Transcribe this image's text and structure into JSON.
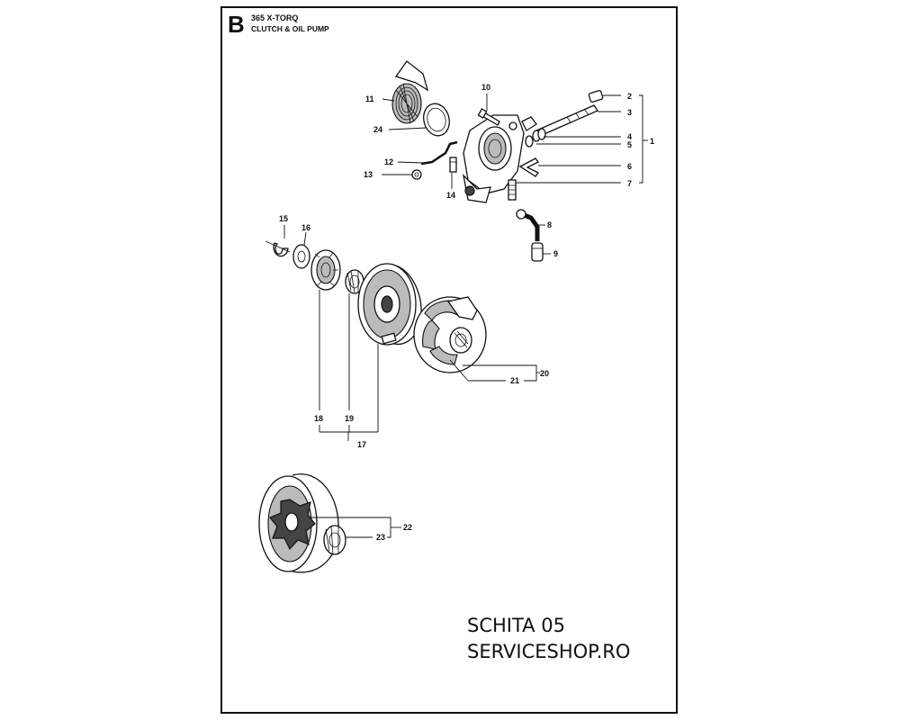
{
  "header": {
    "section_letter": "B",
    "model": "365 X-TORQ",
    "subtitle": "CLUTCH & OIL PUMP"
  },
  "callouts": {
    "c1": "1",
    "c2": "2",
    "c3": "3",
    "c4": "4",
    "c5": "5",
    "c6": "6",
    "c7": "7",
    "c8": "8",
    "c9": "9",
    "c10": "10",
    "c11": "11",
    "c12": "12",
    "c13": "13",
    "c14": "14",
    "c15": "15",
    "c16": "16",
    "c17": "17",
    "c18": "18",
    "c19": "19",
    "c20": "20",
    "c21": "21",
    "c22": "22",
    "c23": "23",
    "c24": "24"
  },
  "footer": {
    "line1": "SCHITA 05",
    "line2": "SERVICESHOP.RO"
  }
}
